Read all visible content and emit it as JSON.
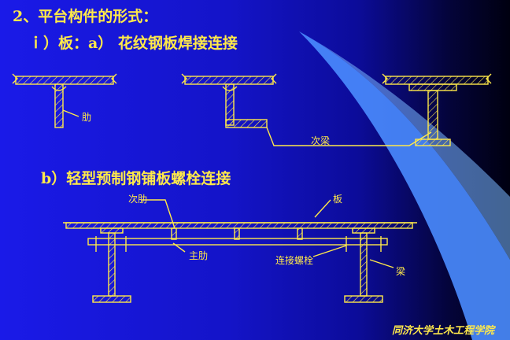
{
  "title": "2、平台构件的形式：",
  "subtitle": "ｉ）板：a） 花纹钢板焊接连接",
  "section_b": "b）轻型预制钢铺板螺栓连接",
  "labels": {
    "rib": "肋",
    "secondary_beam": "次梁",
    "secondary_rib": "次肋",
    "plate": "板",
    "main_rib": "主肋",
    "bolt_connection": "连接螺栓",
    "beam": "梁"
  },
  "footer": "同济大学土木工程学院",
  "colors": {
    "line": "#ffe94a",
    "text": "#ffe94a",
    "background_left": "#1a1ae8",
    "background_right": "#000010",
    "swoosh": "#5aa2ff"
  }
}
